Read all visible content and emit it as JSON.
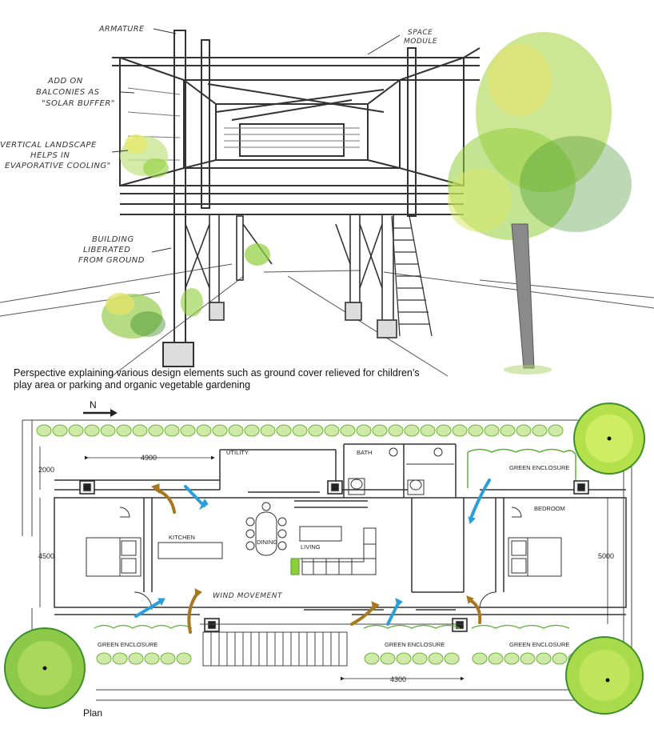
{
  "perspective": {
    "annotations": {
      "armature": "ARMATURE",
      "space_module_1": "SPACE",
      "space_module_2": "MODULE",
      "balconies_1": "ADD ON",
      "balconies_2": "BALCONIES AS",
      "balconies_3": "\"SOLAR BUFFER\"",
      "vertical_1": "VERTICAL LANDSCAPE",
      "vertical_2": "HELPS  IN",
      "vertical_3": "EVAPORATIVE COOLING\"",
      "building_1": "BUILDING",
      "building_2": "LIBERATED",
      "building_3": "FROM GROUND"
    },
    "caption": "Perspective explaining various design elements such as ground cover relieved for children’s play area or parking and organic vegetable gardening"
  },
  "plan": {
    "title": "Plan",
    "north_label": "N",
    "rooms": {
      "utility": "UTILITY",
      "bath": "BATH",
      "kitchen": "KITCHEN",
      "dining": "DINING",
      "living": "LIVING",
      "bedroom": "BEDROOM",
      "green_enclosure_top": "GREEN ENCLOSURE",
      "green_enclosure_bl": "GREEN ENCLOSURE",
      "green_enclosure_bm": "GREEN ENCLOSURE",
      "green_enclosure_br": "GREEN ENCLOSURE",
      "wind_movement": "WIND MOVEMENT"
    },
    "dimensions": {
      "d4900": "4900",
      "d2000": "2000",
      "d4500": "4500",
      "d5000": "5000",
      "d4300": "4300"
    },
    "colors": {
      "foliage": "#8fce3a",
      "foliage_dark": "#3e8f2a",
      "wind_blue": "#2a9fd8",
      "wind_brown": "#a8781e"
    }
  }
}
